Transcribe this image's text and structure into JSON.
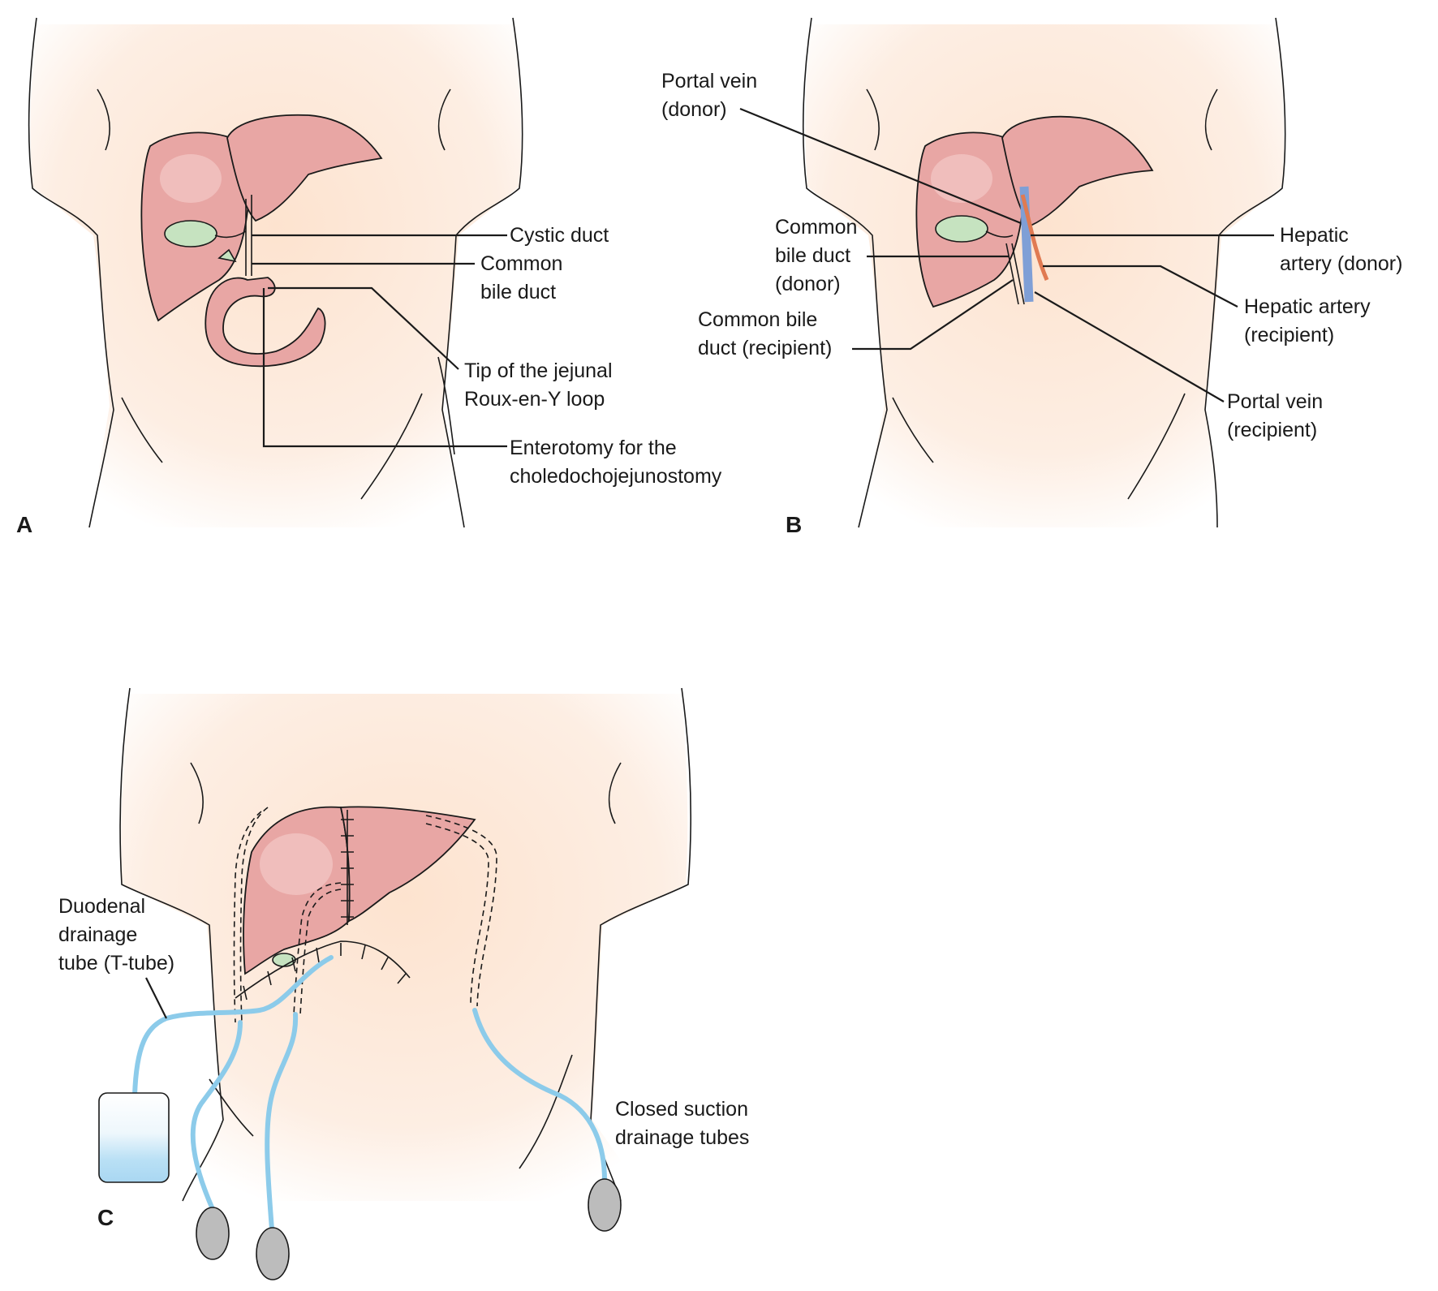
{
  "panels": {
    "a": {
      "letter": "A",
      "labels": {
        "cystic_duct": [
          "Cystic duct"
        ],
        "common_bile_duct": [
          "Common",
          "bile duct"
        ],
        "jejunal_loop_tip": [
          "Tip of the jejunal",
          "Roux-en-Y loop"
        ],
        "enterotomy": [
          "Enterotomy for the",
          "choledochojejunostomy"
        ]
      }
    },
    "b": {
      "letter": "B",
      "labels": {
        "portal_vein_donor": [
          "Portal vein",
          "(donor)"
        ],
        "common_bile_duct_donor": [
          "Common",
          "bile duct",
          "(donor)"
        ],
        "common_bile_duct_recipient": [
          "Common bile",
          "duct (recipient)"
        ],
        "hepatic_artery_donor": [
          "Hepatic",
          "artery (donor)"
        ],
        "hepatic_artery_recipient": [
          "Hepatic artery",
          "(recipient)"
        ],
        "portal_vein_recipient": [
          "Portal vein",
          "(recipient)"
        ]
      }
    },
    "c": {
      "letter": "C",
      "labels": {
        "duodenal_drainage_tube": [
          "Duodenal",
          "drainage",
          "tube (T-tube)"
        ],
        "closed_suction_drainage_tubes": [
          "Closed suction",
          "drainage tubes"
        ]
      }
    }
  },
  "colors": {
    "skin": "#fde7d3",
    "liver": "#e8a6a4",
    "gallbladder": "#c6e3c0",
    "portal_vein": "#7f9fd6",
    "hepatic_artery": "#e07a52",
    "drain_tube": "#8ccbea",
    "drain_bulb": "#bcbcbc",
    "bag_fluid": "#a9d7f2"
  }
}
